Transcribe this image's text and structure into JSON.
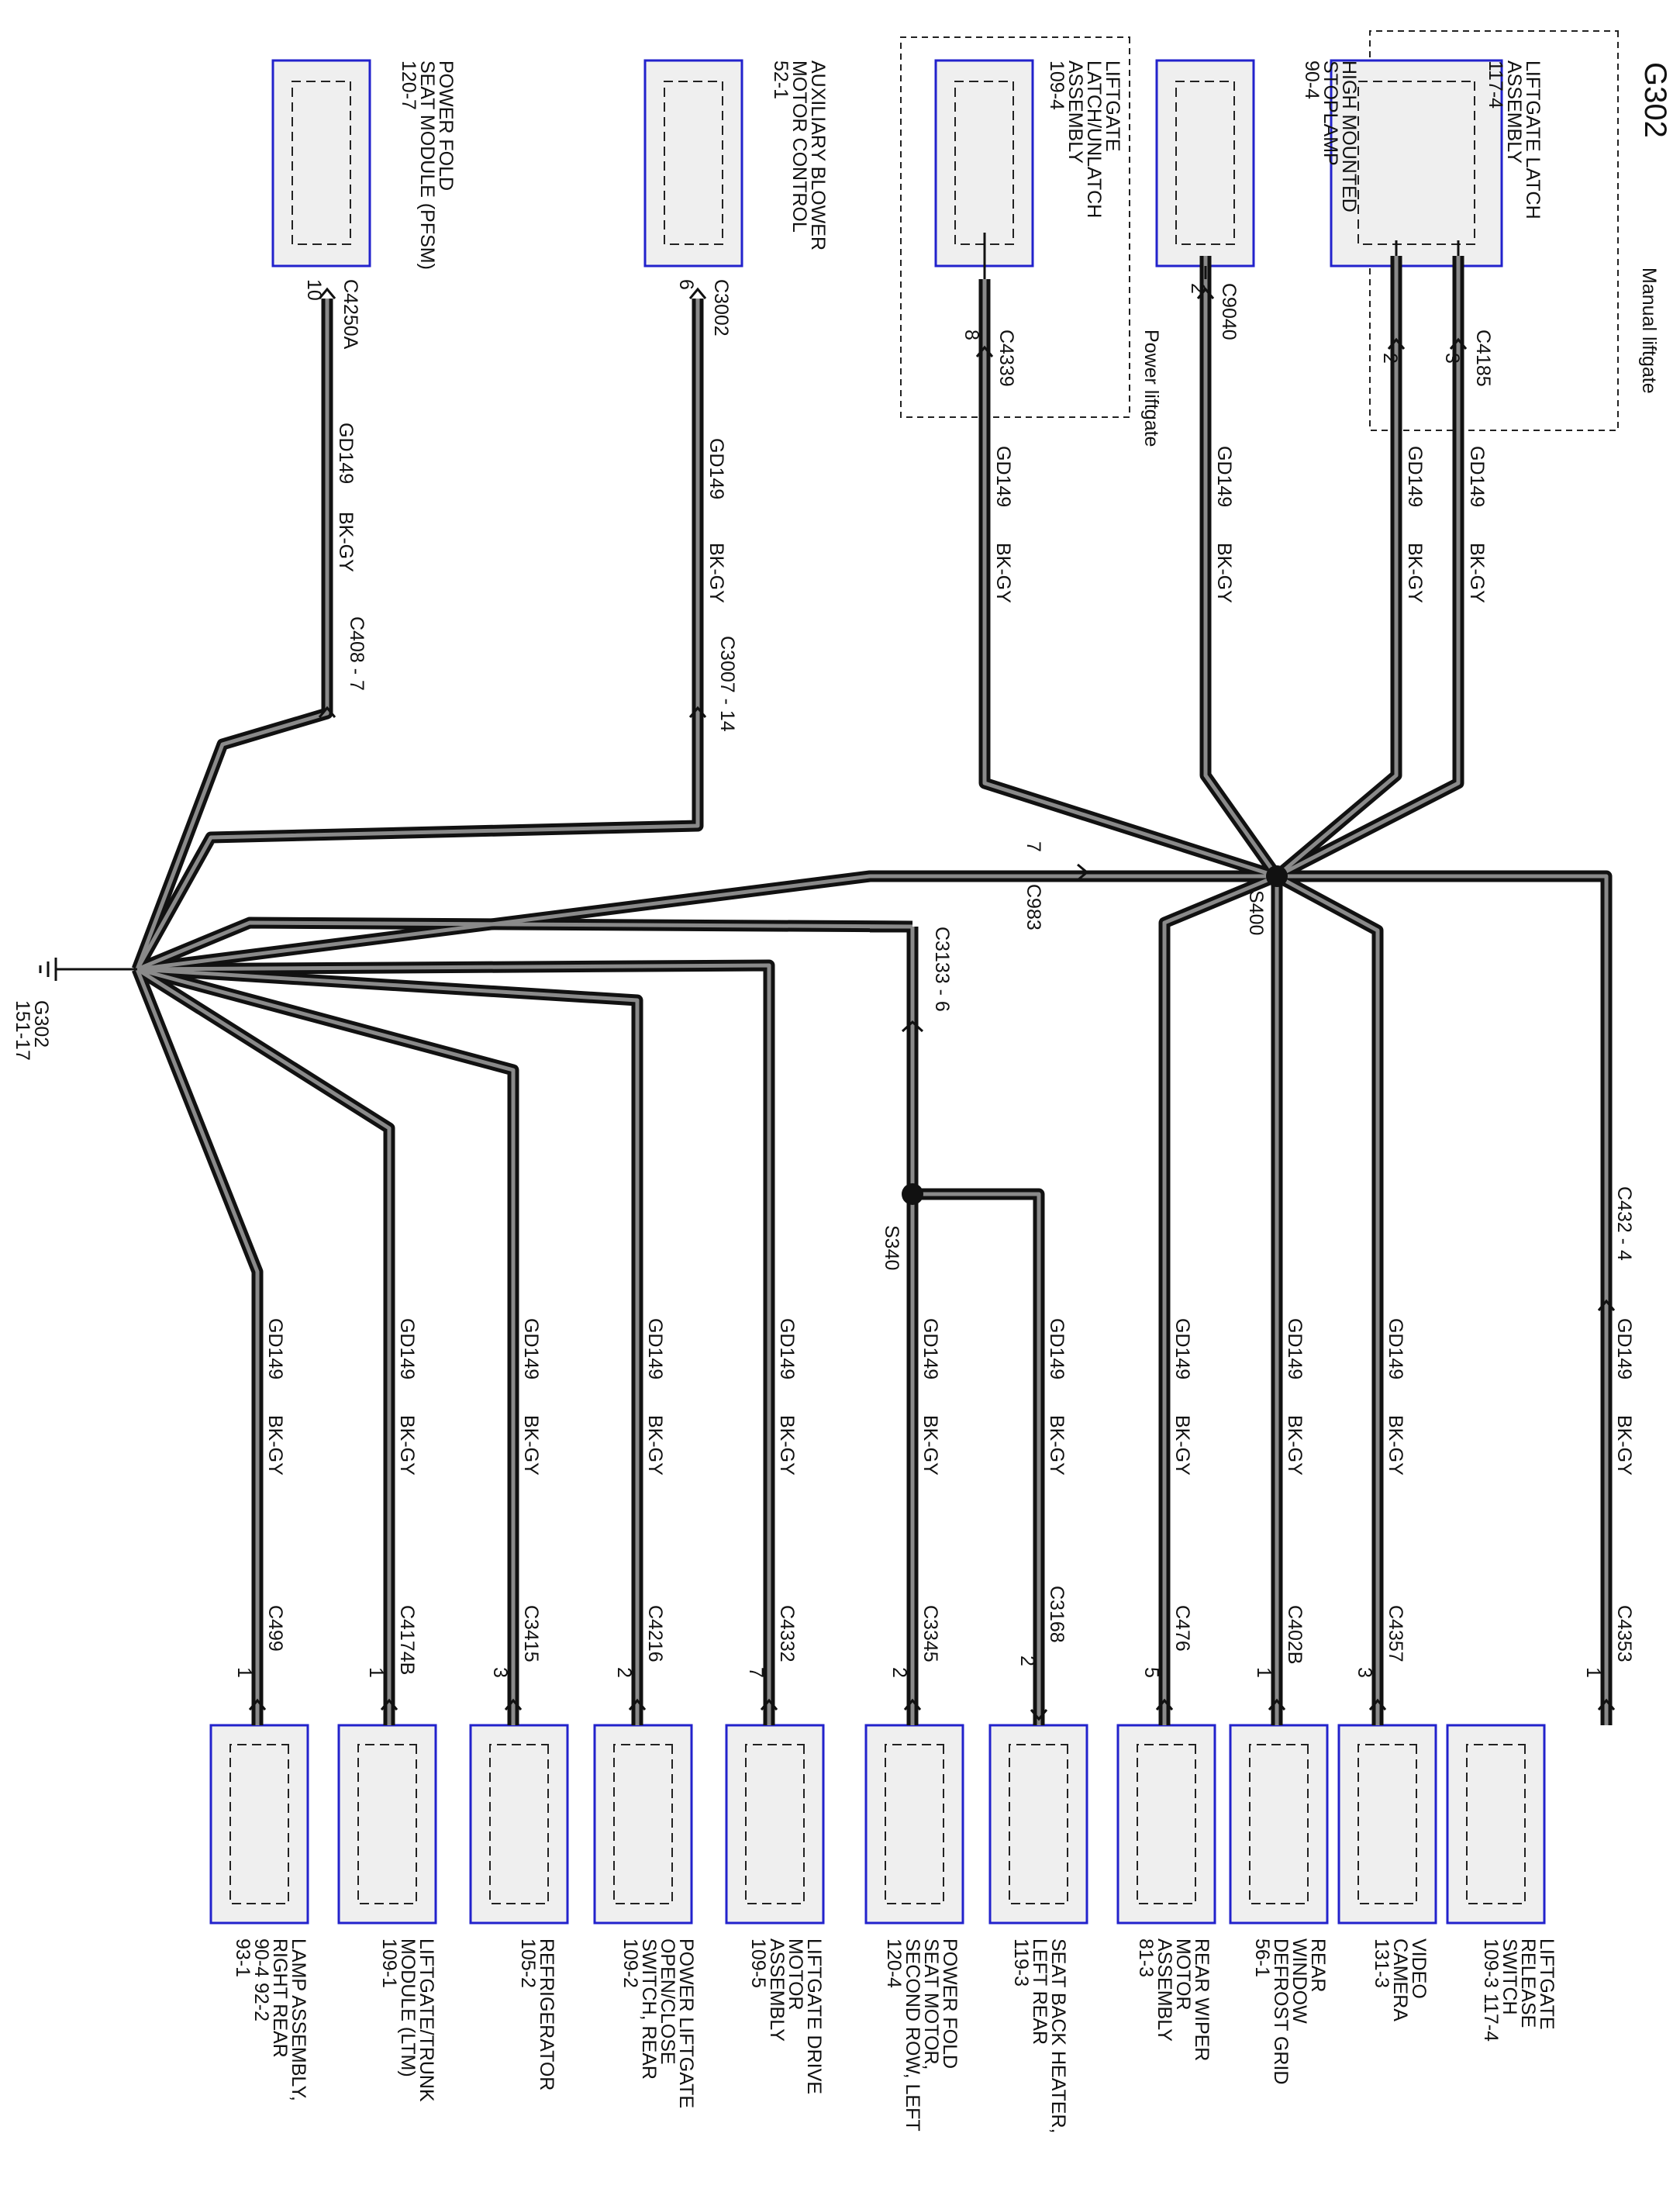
{
  "diagram": {
    "title": "G302",
    "ground": {
      "name": "G302",
      "ref": "151-17"
    },
    "wire": {
      "circuit": "GD149",
      "color": "BK-GY"
    },
    "splices": [
      "S400",
      "S340"
    ],
    "groups": {
      "manual": "Manual liftgate",
      "power": "Power liftgate"
    },
    "top_components": [
      {
        "id": "power-fold-pfsm",
        "lines": [
          "POWER FOLD",
          "SEAT MODULE (PFSM)",
          "120-7"
        ],
        "connector": "C4250A",
        "pin": "10",
        "inline": "C408 - 7"
      },
      {
        "id": "aux-blower",
        "lines": [
          "AUXILIARY BLOWER",
          "MOTOR CONTROL",
          "52-1"
        ],
        "connector": "C3002",
        "pin": "6",
        "inline": "C3007 - 14"
      },
      {
        "id": "liftgate-latch-unlatch",
        "lines": [
          "LIFTGATE",
          "LATCH/UNLATCH",
          "ASSEMBLY",
          "109-4"
        ],
        "connector": "C4339",
        "pin": "8"
      },
      {
        "id": "high-mounted-stoplamp",
        "lines": [
          "HIGH MOUNTED",
          "STOPLAMP",
          "90-4"
        ],
        "connector": "C9040",
        "pin": "2"
      },
      {
        "id": "liftgate-latch-assembly",
        "lines": [
          "LIFTGATE LATCH",
          "ASSEMBLY",
          "117-4"
        ],
        "connector": "C4185",
        "pins": [
          "2",
          "3"
        ]
      }
    ],
    "inline_c983": {
      "connector": "C983",
      "pin": "7"
    },
    "inline_c3133": "C3133 - 6",
    "inline_c432": "C432  -  4",
    "bottom_components": [
      {
        "id": "lamp-assembly-right-rear",
        "lines": [
          "LAMP ASSEMBLY,",
          "RIGHT REAR",
          "90-4   92-2",
          "93-1"
        ],
        "connector": "C499",
        "pin": "1"
      },
      {
        "id": "liftgate-trunk-module",
        "lines": [
          "LIFTGATE/TRUNK",
          "MODULE (LTM)",
          "109-1"
        ],
        "connector": "C4174B",
        "pin": "1"
      },
      {
        "id": "refrigerator",
        "lines": [
          "REFRIGERATOR",
          "105-2"
        ],
        "connector": "C3415",
        "pin": "3"
      },
      {
        "id": "power-liftgate-switch",
        "lines": [
          "POWER LIFTGATE",
          "OPEN/CLOSE",
          "SWITCH, REAR",
          "109-2"
        ],
        "connector": "C4216",
        "pin": "2"
      },
      {
        "id": "liftgate-drive-motor",
        "lines": [
          "LIFTGATE DRIVE",
          "MOTOR",
          "ASSEMBLY",
          "109-5"
        ],
        "connector": "C4332",
        "pin": "7"
      },
      {
        "id": "power-fold-seat-motor",
        "lines": [
          "POWER FOLD",
          "SEAT MOTOR,",
          "SECOND ROW, LEFT",
          "120-4"
        ],
        "connector": "C3345",
        "pin": "2"
      },
      {
        "id": "seat-back-heater",
        "lines": [
          "SEAT BACK HEATER,",
          "LEFT REAR",
          "119-3"
        ],
        "connector": "C3168",
        "pin": "2"
      },
      {
        "id": "rear-wiper-motor",
        "lines": [
          "REAR WIPER",
          "MOTOR",
          "ASSEMBLY",
          "81-3"
        ],
        "connector": "C476",
        "pin": "5"
      },
      {
        "id": "rear-window-defrost",
        "lines": [
          "REAR",
          "WINDOW",
          "DEFROST GRID",
          "56-1"
        ],
        "connector": "C402B",
        "pin": "1"
      },
      {
        "id": "video-camera",
        "lines": [
          "VIDEO",
          "CAMERA",
          "131-3"
        ],
        "connector": "C4357",
        "pin": "3"
      },
      {
        "id": "liftgate-release-switch",
        "lines": [
          "LIFTGATE",
          "RELEASE",
          "SWITCH",
          "109-3     117-4"
        ],
        "connector": "C4353",
        "pin": "1"
      }
    ]
  }
}
